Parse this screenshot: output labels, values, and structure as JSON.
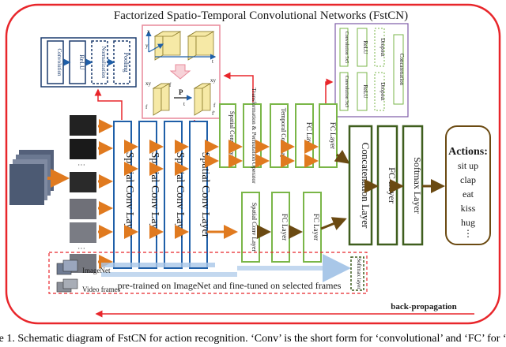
{
  "title": "Factorized Spatio-Temporal Convolutional Networks (FstCN)",
  "layers": {
    "spatial_conv": "Spatial Conv Layer",
    "spatial_conv_small": "Spatial Conv Layer",
    "transform_perm": "Transformation & Permutation Operator",
    "temporal_conv": "Temporal Conv Layer",
    "fc": "FC Layer",
    "concat": "Concatenation Layer",
    "softmax": "Softmax Layer",
    "softmax_small": "Softmax layer"
  },
  "inset_left": {
    "convolution": "Convolution",
    "relu": "ReLU",
    "normalization": "Normalization",
    "pooling": "Pooling"
  },
  "inset_right": {
    "conv1": "Convolution 5x5",
    "conv2": "Convolution 3x3",
    "relu": "ReLU",
    "dropout": "Dropout",
    "concat": "Concatenation"
  },
  "transform_inset": {
    "labels": [
      "x",
      "y",
      "t",
      "xy",
      "f",
      "xy",
      "f",
      "P",
      "f",
      "t",
      "f'"
    ]
  },
  "actions": {
    "heading": "Actions:",
    "items": [
      "sit up",
      "clap",
      "eat",
      "kiss",
      "hug",
      "⋮"
    ]
  },
  "pretrain": {
    "note": "pre-trained on ImageNet and fine-tuned on selected frames",
    "imagenet": "ImageNet",
    "video_frames": "Video frames"
  },
  "backprop": "back-propagation",
  "caption": "re 1. Schematic diagram of FstCN for action recognition. ‘Conv’ is the short form for ‘convolutional’ and ‘FC’ for ‘fully connec",
  "colors": {
    "frame_red": "#e8262b",
    "spatial_blue": "#1f5fa8",
    "green": "#7ab648",
    "dark_green": "#3f5e1e",
    "orange_arrow": "#e07a1f",
    "olive_arrow": "#6b4a12",
    "light_blue_arrow": "#a9c7e8",
    "purple": "#7d5aa6",
    "navy": "#1c3c6e"
  }
}
